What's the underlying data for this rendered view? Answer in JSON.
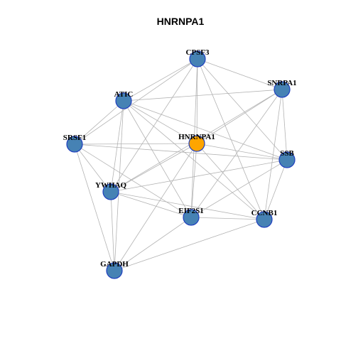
{
  "title": "HNRNPA1",
  "colors": {
    "hub_fill": "#FFA500",
    "node_fill": "#4682B4",
    "node_stroke": "#1F3FBF",
    "edge": "#B3B3B3"
  },
  "nodes": [
    {
      "id": "CPSF3",
      "label": "CPSF3",
      "role": "neighbor"
    },
    {
      "id": "SNRPA1",
      "label": "SNRPA1",
      "role": "neighbor"
    },
    {
      "id": "ATIC",
      "label": "ATIC",
      "role": "neighbor"
    },
    {
      "id": "HNRNPA1",
      "label": "HNRNPA1",
      "role": "hub"
    },
    {
      "id": "SRSF1",
      "label": "SRSF1",
      "role": "neighbor"
    },
    {
      "id": "SSB",
      "label": "SSB",
      "role": "neighbor"
    },
    {
      "id": "YWHAQ",
      "label": "YWHAQ",
      "role": "neighbor"
    },
    {
      "id": "EIF2S1",
      "label": "EIF2S1",
      "role": "neighbor"
    },
    {
      "id": "CCNB1",
      "label": "CCNB1",
      "role": "neighbor"
    },
    {
      "id": "GAPDH",
      "label": "GAPDH",
      "role": "neighbor"
    }
  ],
  "edges": [
    [
      "CPSF3",
      "SNRPA1"
    ],
    [
      "CPSF3",
      "ATIC"
    ],
    [
      "CPSF3",
      "HNRNPA1"
    ],
    [
      "CPSF3",
      "SRSF1"
    ],
    [
      "CPSF3",
      "SSB"
    ],
    [
      "CPSF3",
      "YWHAQ"
    ],
    [
      "CPSF3",
      "EIF2S1"
    ],
    [
      "CPSF3",
      "CCNB1"
    ],
    [
      "SNRPA1",
      "ATIC"
    ],
    [
      "SNRPA1",
      "HNRNPA1"
    ],
    [
      "SNRPA1",
      "SSB"
    ],
    [
      "SNRPA1",
      "YWHAQ"
    ],
    [
      "SNRPA1",
      "EIF2S1"
    ],
    [
      "SNRPA1",
      "CCNB1"
    ],
    [
      "ATIC",
      "HNRNPA1"
    ],
    [
      "ATIC",
      "SRSF1"
    ],
    [
      "ATIC",
      "SSB"
    ],
    [
      "ATIC",
      "YWHAQ"
    ],
    [
      "ATIC",
      "EIF2S1"
    ],
    [
      "ATIC",
      "CCNB1"
    ],
    [
      "ATIC",
      "GAPDH"
    ],
    [
      "HNRNPA1",
      "SRSF1"
    ],
    [
      "HNRNPA1",
      "SSB"
    ],
    [
      "HNRNPA1",
      "YWHAQ"
    ],
    [
      "HNRNPA1",
      "EIF2S1"
    ],
    [
      "HNRNPA1",
      "CCNB1"
    ],
    [
      "HNRNPA1",
      "GAPDH"
    ],
    [
      "SRSF1",
      "SSB"
    ],
    [
      "SRSF1",
      "YWHAQ"
    ],
    [
      "SRSF1",
      "EIF2S1"
    ],
    [
      "SRSF1",
      "GAPDH"
    ],
    [
      "SSB",
      "YWHAQ"
    ],
    [
      "SSB",
      "EIF2S1"
    ],
    [
      "SSB",
      "CCNB1"
    ],
    [
      "YWHAQ",
      "EIF2S1"
    ],
    [
      "YWHAQ",
      "CCNB1"
    ],
    [
      "YWHAQ",
      "GAPDH"
    ],
    [
      "EIF2S1",
      "CCNB1"
    ],
    [
      "EIF2S1",
      "GAPDH"
    ],
    [
      "CCNB1",
      "GAPDH"
    ]
  ]
}
